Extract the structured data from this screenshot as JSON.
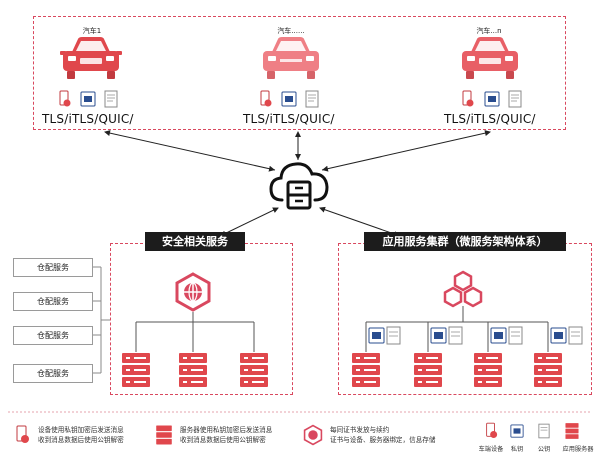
{
  "colors": {
    "accent": "#d9485f",
    "dark": "#1c1c1c",
    "server": "#e0474c"
  },
  "cars": [
    {
      "label": "汽车1",
      "protocol": "TLS/iTLS/QUIC/"
    },
    {
      "label": "汽车......",
      "protocol": "TLS/iTLS/QUIC/"
    },
    {
      "label": "汽车...n",
      "protocol": "TLS/iTLS/QUIC/"
    }
  ],
  "security_service": {
    "title": "安全相关服务"
  },
  "app_cluster": {
    "title": "应用服务集群（微服务架构体系）"
  },
  "warehouse_items": [
    "仓配服务",
    "仓配服务",
    "仓配服务",
    "仓配服务"
  ],
  "legend": {
    "item1": [
      "设备使用私钥加密后发送消息",
      "收到消息数据后使用公钥解密"
    ],
    "item2": [
      "服务器使用私钥加密后发送消息",
      "收到消息数据后使用公钥解密"
    ],
    "item3": [
      "每同证书发放与续约",
      "证书与设备、服务器绑定，信息存储"
    ],
    "icons": [
      "车端设备",
      "私钥",
      "公钥",
      "应用服务器"
    ]
  }
}
